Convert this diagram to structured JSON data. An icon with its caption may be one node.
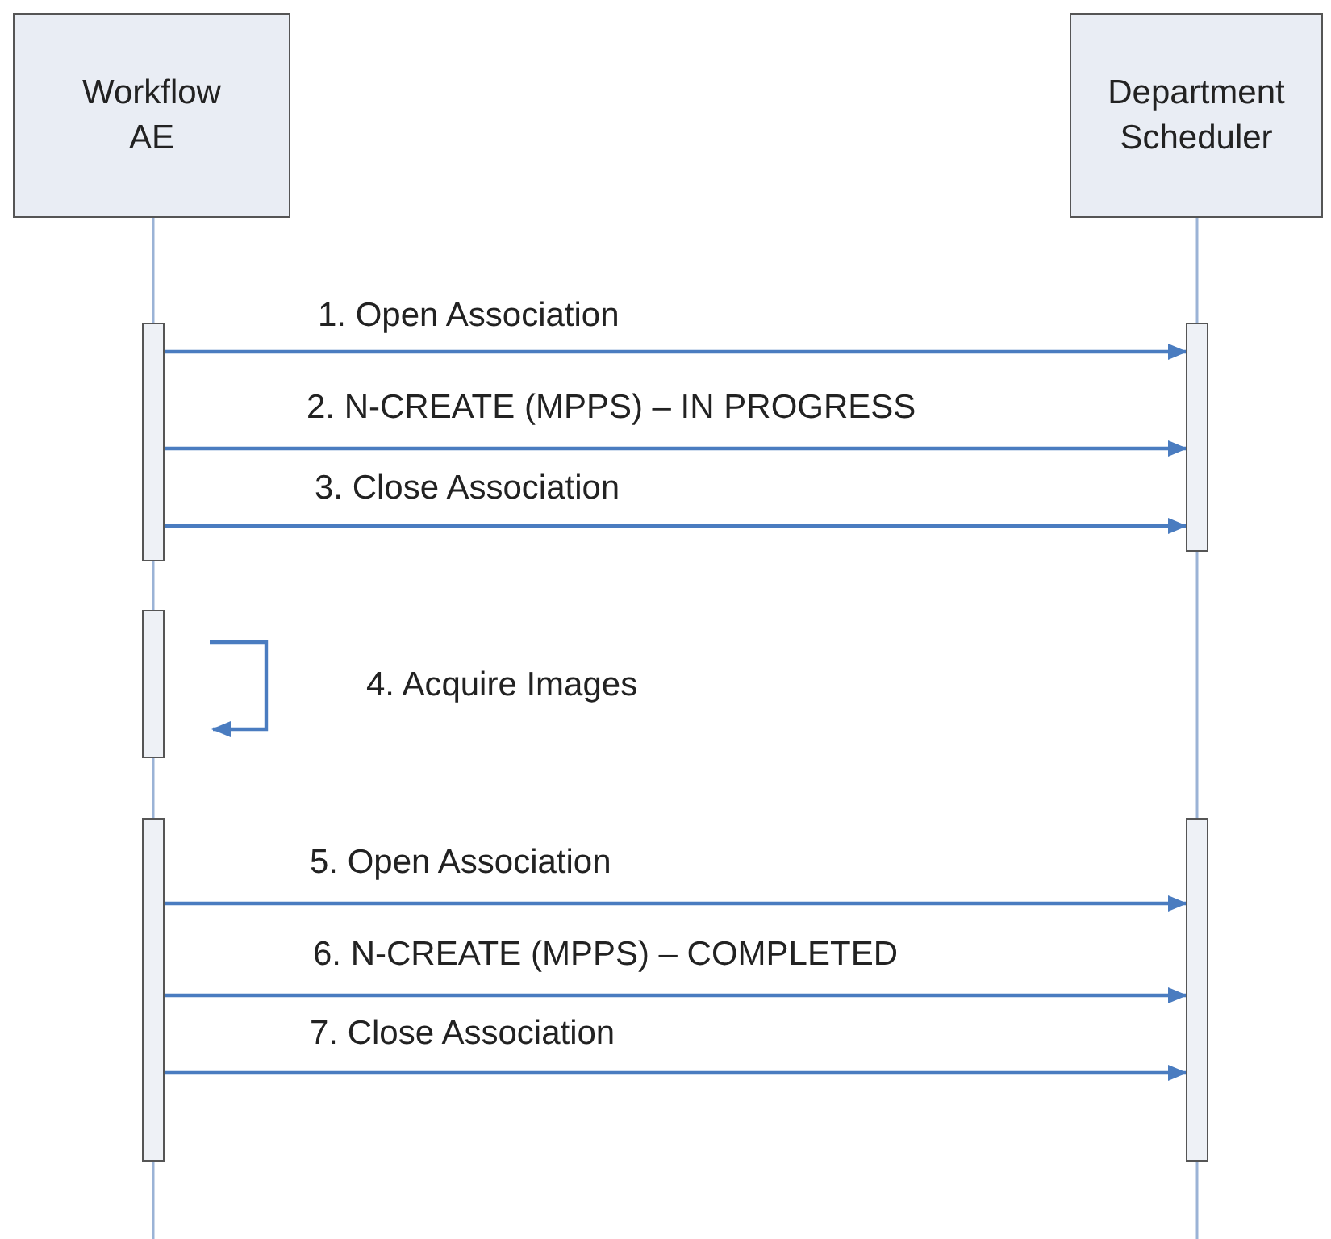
{
  "diagram": {
    "nodes": [
      {
        "text": [
          "Workflow AE"
        ]
      },
      {
        "text": [
          "Department Scheduler"
        ]
      },
      {
        "text": [],
        "shape": "bar"
      },
      {
        "text": [],
        "shape": "bar"
      },
      {
        "text": [],
        "shape": "bar"
      },
      {
        "text": [],
        "shape": "bar"
      },
      {
        "text": [],
        "shape": "bar"
      }
    ],
    "edges": [
      {
        "from": 2,
        "to": 5,
        "arrow": "to",
        "label": "1. Open Association"
      },
      {
        "from": 2,
        "to": 5,
        "arrow": "to",
        "label": "2. N-CREATE (MPPS) – IN PROGRESS"
      },
      {
        "from": 2,
        "to": 5,
        "arrow": "to",
        "label": "3. Close Association"
      },
      {
        "from": 3,
        "to": 3,
        "arrow": "to",
        "label": "4. Acquire Images"
      },
      {
        "from": 4,
        "to": 6,
        "arrow": "to",
        "label": "5. Open Association"
      },
      {
        "from": 4,
        "to": 6,
        "arrow": "to",
        "label": "6. N-CREATE (MPPS) – COMPLETED"
      },
      {
        "from": 4,
        "to": 6,
        "arrow": "to",
        "label": "7. Close Association"
      }
    ]
  }
}
